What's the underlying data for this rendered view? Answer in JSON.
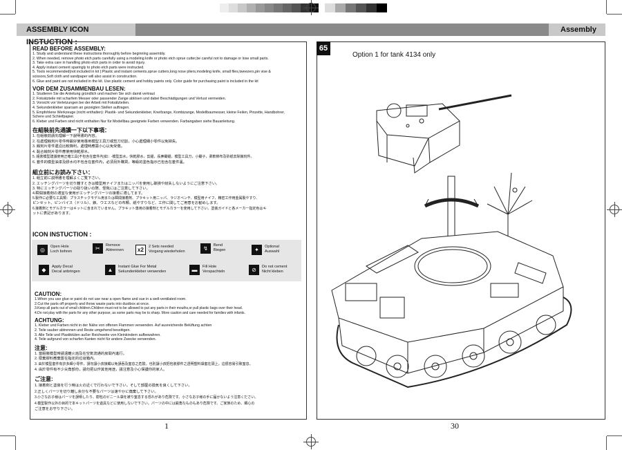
{
  "header": {
    "left_title": "ASSEMBLY ICON INSTUCTION :",
    "right_title": "Assembly"
  },
  "left_panel": {
    "read_before": {
      "heading": "READ BEFORE ASSEMBLY:",
      "lines": [
        "1. Study and understand these instructions thoroughly before beginning  assembly.",
        "2. When needed, remove photo etch parts carefully using a modeling knife or photo etch sprue cutter,be careful not to damage or lose small parts.",
        "3. Take extra care in handling photo etch parts in order to avoid injury.",
        "4. Apply instant cement sparingly to photo etch parts were instructed.",
        "5. Tools recommended(not included in kit ):Plastic and instant cements,sprue cutters,long nose pliers,modeling knife, small files,tweezers,pin vise &",
        "   scissors,Soft cloth and sandpaper will also assist in construction.",
        "6. Glue and paint are not included in the kit. Use plastic cement and hobby paints only. Color guide for purchasing paint is included in the kit"
      ]
    },
    "vor_dem": {
      "heading": "VOR DEM ZUSAMMENBAU LESEN:",
      "lines": [
        "1. Studieren Sie die Anleitung gründlich und machen Sie sich damit vertraut",
        "2. Fotoätzteile mit scharfem Messer oder passender Zange ablösen und dabei Beschädigungen und Verlust vermeiden.",
        "3. Vorsicht vor Verletzungen bei der Arbeit mit Fotoätzteilen.",
        "4. Sekundenkleber sparsam an gezeigten Stellen auftragen.",
        "5. Empfohlene Werkzeuge (nicht enthalten): Plastik- und Sekundenkleber, Kneifzange, Kombizange, Modellbaumesser, kleine Feilen, Pinzette, Handbohrer,",
        "   Schere und Schleifpapier.",
        "6. Kleber und Farben sind nicht enthalten  Nur für Modellbau geeignete Farben verwenden. Farbangaben siehe Bauanleitung."
      ]
    },
    "zh_trad": {
      "heading": "在組裝前先通讀一下以下事項：",
      "lines": [
        "1. 在組裝前請先理解一下說明書的內容。",
        "2. 在處理蝕刻片零件時最好使用專用模型工具刀或剪刀切割，小心處理細小零件以免掉失。",
        "3. 蝕刻片零件邊沿比較鋒利，處理時應需小心以免受傷。",
        "4. 黏合蝕刻片零件應使用快乾膠水。",
        "5. 組裝模型建議使用正確工具(不包含在套件內)如：-模型剪水，快乾膠水，剪鉗，長鼻鋤鉗，模型工具刀，小鋤子，柔軟棉布及砂紙去除蝕刻件。",
        "6. 套件的模型油漆及膠水均不包含在套件內，必須另外購買，等級的塗色指示已包含在套件裏。"
      ]
    },
    "ja": {
      "heading": "組立前にお読み下さい：",
      "lines": [
        "1. 組立前に説明書を理解よくご覧下さい。",
        "2. エッチングパーツを切り離すときは模型用ナイフまたはニッパを使用し破損や紛失しないようにご注意下さい。",
        "3. 特にエッチングパーツの取り扱いの際、怪我にはご注意して下さい。",
        "4.瞬間接着剤の適宜な使用がエッチングパーツの接着に適してます。",
        "5.製作に必要な工具類：プラスチックモデル用または瞬間接着剤、プラキット用ニッパ、ラジオペンチ、模型用ナイフ、精密工作用金属製やすり、",
        "  ピンセット、ピンバイス（ドリル）、鋏、ウエスなどの布類、紙やすりなど、工作に関してご用意をお勧めします。",
        "6.接着剤とモデルカラーはキットに含まれていません。プラキット専用の接着剤とモデルカラーを使用して下さい。塗装ガイドと各メーカー指定色はキ",
        "  ットに表記があります。"
      ]
    },
    "icon_section": {
      "heading": "ICON INSTUCTION :",
      "items": [
        {
          "glyph": "◎",
          "icon": "open-hole-icon",
          "label1": "Open Hole",
          "label2": "Loch bohren"
        },
        {
          "glyph": "✂",
          "icon": "remove-icon",
          "label1": "Remove",
          "label2": "Abtrennen"
        },
        {
          "glyph": "x2",
          "icon": "two-sets-icon",
          "label1": "2 Sets needed",
          "label2": "Vorgang wiederholen"
        },
        {
          "glyph": "↯",
          "icon": "bend-icon",
          "label1": "Bend",
          "label2": "Biegen"
        },
        {
          "glyph": "✦",
          "icon": "optional-icon",
          "label1": "Optional",
          "label2": "Auswahl"
        },
        {
          "glyph": "◆",
          "icon": "apply-decal-icon",
          "label1": "Apply Decal",
          "label2": "Decal anbringen"
        },
        {
          "glyph": "▲",
          "icon": "instant-glue-icon",
          "label1": "Instant Glue For Metal",
          "label2": "Sekundenkleber verwenden"
        },
        {
          "glyph": "▬",
          "icon": "fill-hole-icon",
          "label1": "Fill Hole",
          "label2": "Verspachteln"
        },
        {
          "glyph": "⊘",
          "icon": "do-not-cement-icon",
          "label1": "Do not cement",
          "label2": "Nicht kleben"
        }
      ]
    },
    "caution": {
      "heading": "CAUTION:",
      "lines": [
        "1.When you use glue or paint do not use near a open flame and sue in a well-ventilated room.",
        "2.Cut the parts off properly and throw waste parts into dustbox at once.",
        "3.Keep all parts out of small children.Children must not to be allowed to put any parts in their mouths,or pull plastic bags over their head.",
        "4.Do not play with the parts for any other purpose, as some parts may be to sharp. More caution and care needed for families with infants."
      ]
    },
    "achtung": {
      "heading": "ACHTUNG:",
      "lines": [
        "1. Kleber und Farben nicht in der Nähe von offenen Flammen verwenden. Auf ausreichende Belüftung achten",
        "2. Teile sauber abtrennen und Reste umgehend beseitigen.",
        "3. Alle Teile und Plastiktüten außer Reichweite von Kleinkindern aufbewahren.",
        "4. Teile aufgrund von scharfen Kanten nicht für andere Zwecke verwenden."
      ]
    },
    "zhuyi": {
      "heading": "注意:",
      "lines": [
        "1. 當組裝模型時請遠離火焰及在空氣流通的房間內進行。",
        "2. 廢棄膠料應棄置在指定的垃圾箱內。",
        "3. 由於模型套件有許多細小零件，請勿讓小孩接觸以免誤吞及窒息之危險。也別讓小孩把包裝膠件之透明塑料袋套在頭上，這很容易引致窒息。",
        "4. 由於零件有不少尖角部份，請勿把以作其他用途，請注意及小心保護你的家人。"
      ]
    },
    "ja_caution": {
      "heading": "ご注意:",
      "lines": [
        "1. 接着剤と塗装を行う時は火の近くで行わないで下さい。そして部屋の換気を良くして下さい。",
        "2.正しくパーツを切り離し余分な不要なパーツは速やかに廃棄して下さい。",
        "3.小さなお子様はパーツを誤嚥したり、樹包のビニール袋を被り窒息する恐れがあり危険です。小さなお子様の手に届かないよう注意ください。",
        "4.模型製作以外の目的で本キットパーツを遊具などに使用しないで下さい。パーツの中には鋭角なものもあり危険です。ご家族のため、細心の",
        "  ご注意をお守り下さい。"
      ]
    },
    "page_number": "1"
  },
  "right_panel": {
    "step_number": "65",
    "option_text": "Option 1 for tank 4134 only",
    "page_number": "30"
  }
}
